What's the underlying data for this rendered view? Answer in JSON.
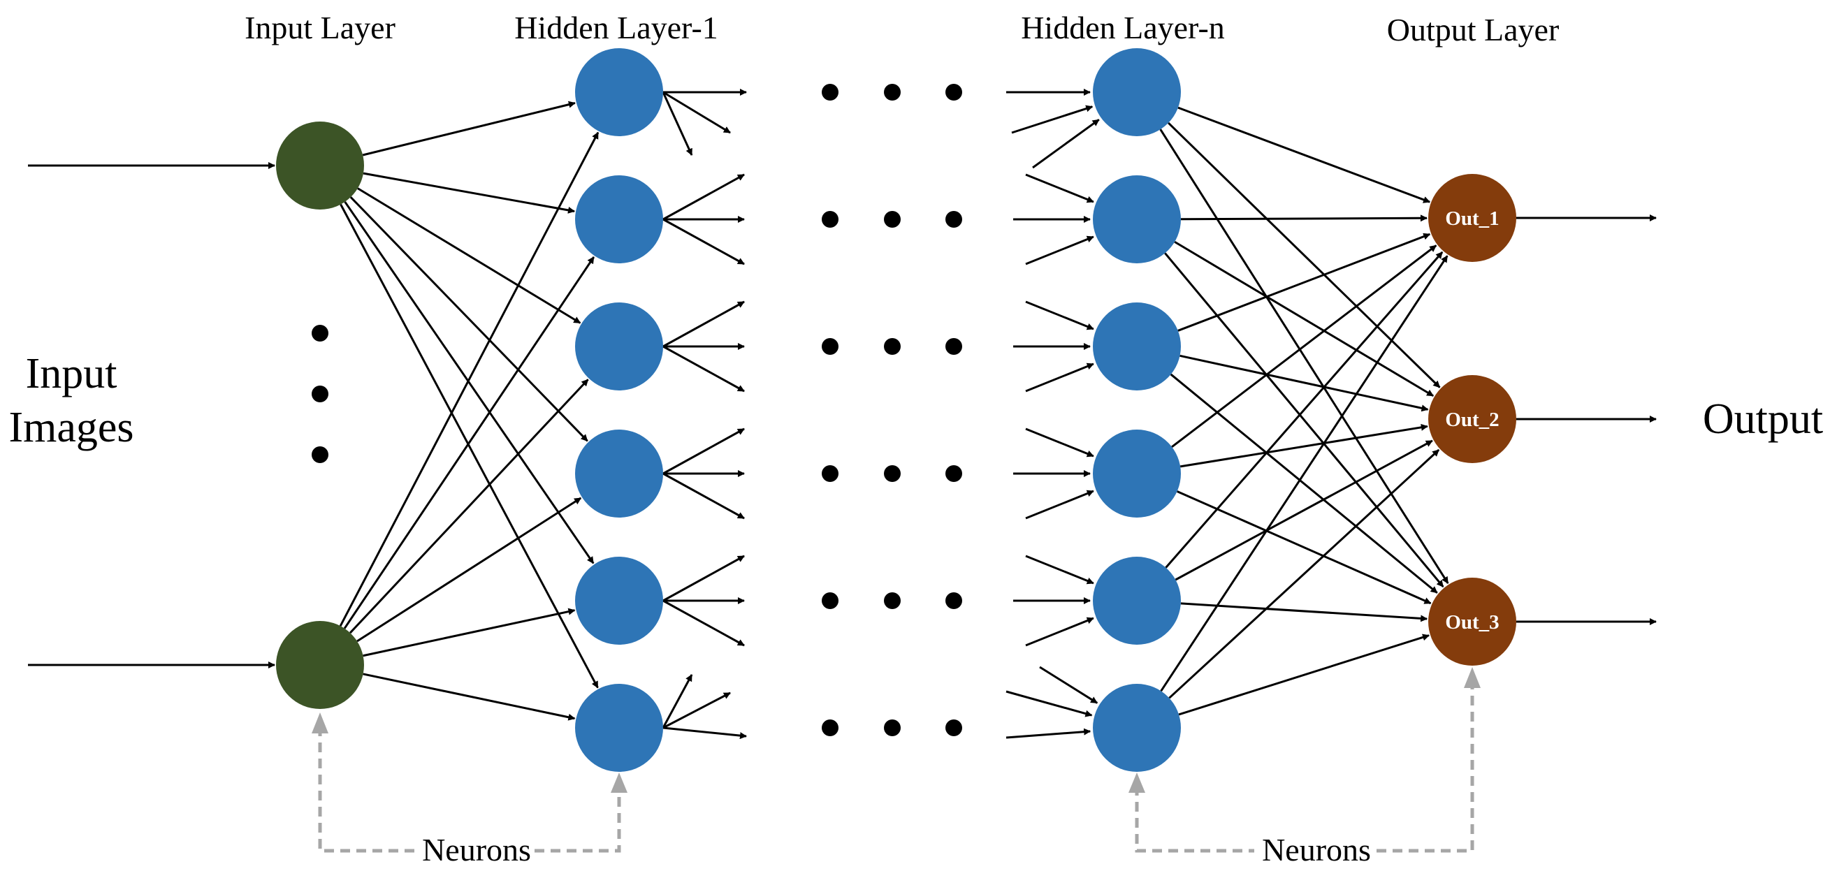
{
  "headers": {
    "input_layer": "Input Layer",
    "hidden_first": "Hidden Layer-1",
    "hidden_last": "Hidden Layer-n",
    "output_layer": "Output Layer"
  },
  "side_labels": {
    "input_line1": "Input",
    "input_line2": "Images",
    "output": "Output"
  },
  "neurons_label": "Neurons",
  "output_nodes": [
    "Out_1",
    "Out_2",
    "Out_3"
  ],
  "layers": {
    "input_nodes": 2,
    "hidden_nodes_per_layer": 6,
    "output_nodes": 3
  },
  "colors": {
    "input_node": "#3c5426",
    "hidden_node": "#2e75b6",
    "output_node": "#843c0c",
    "edge": "#000000",
    "neuron_pointer": "#a6a6a6"
  }
}
